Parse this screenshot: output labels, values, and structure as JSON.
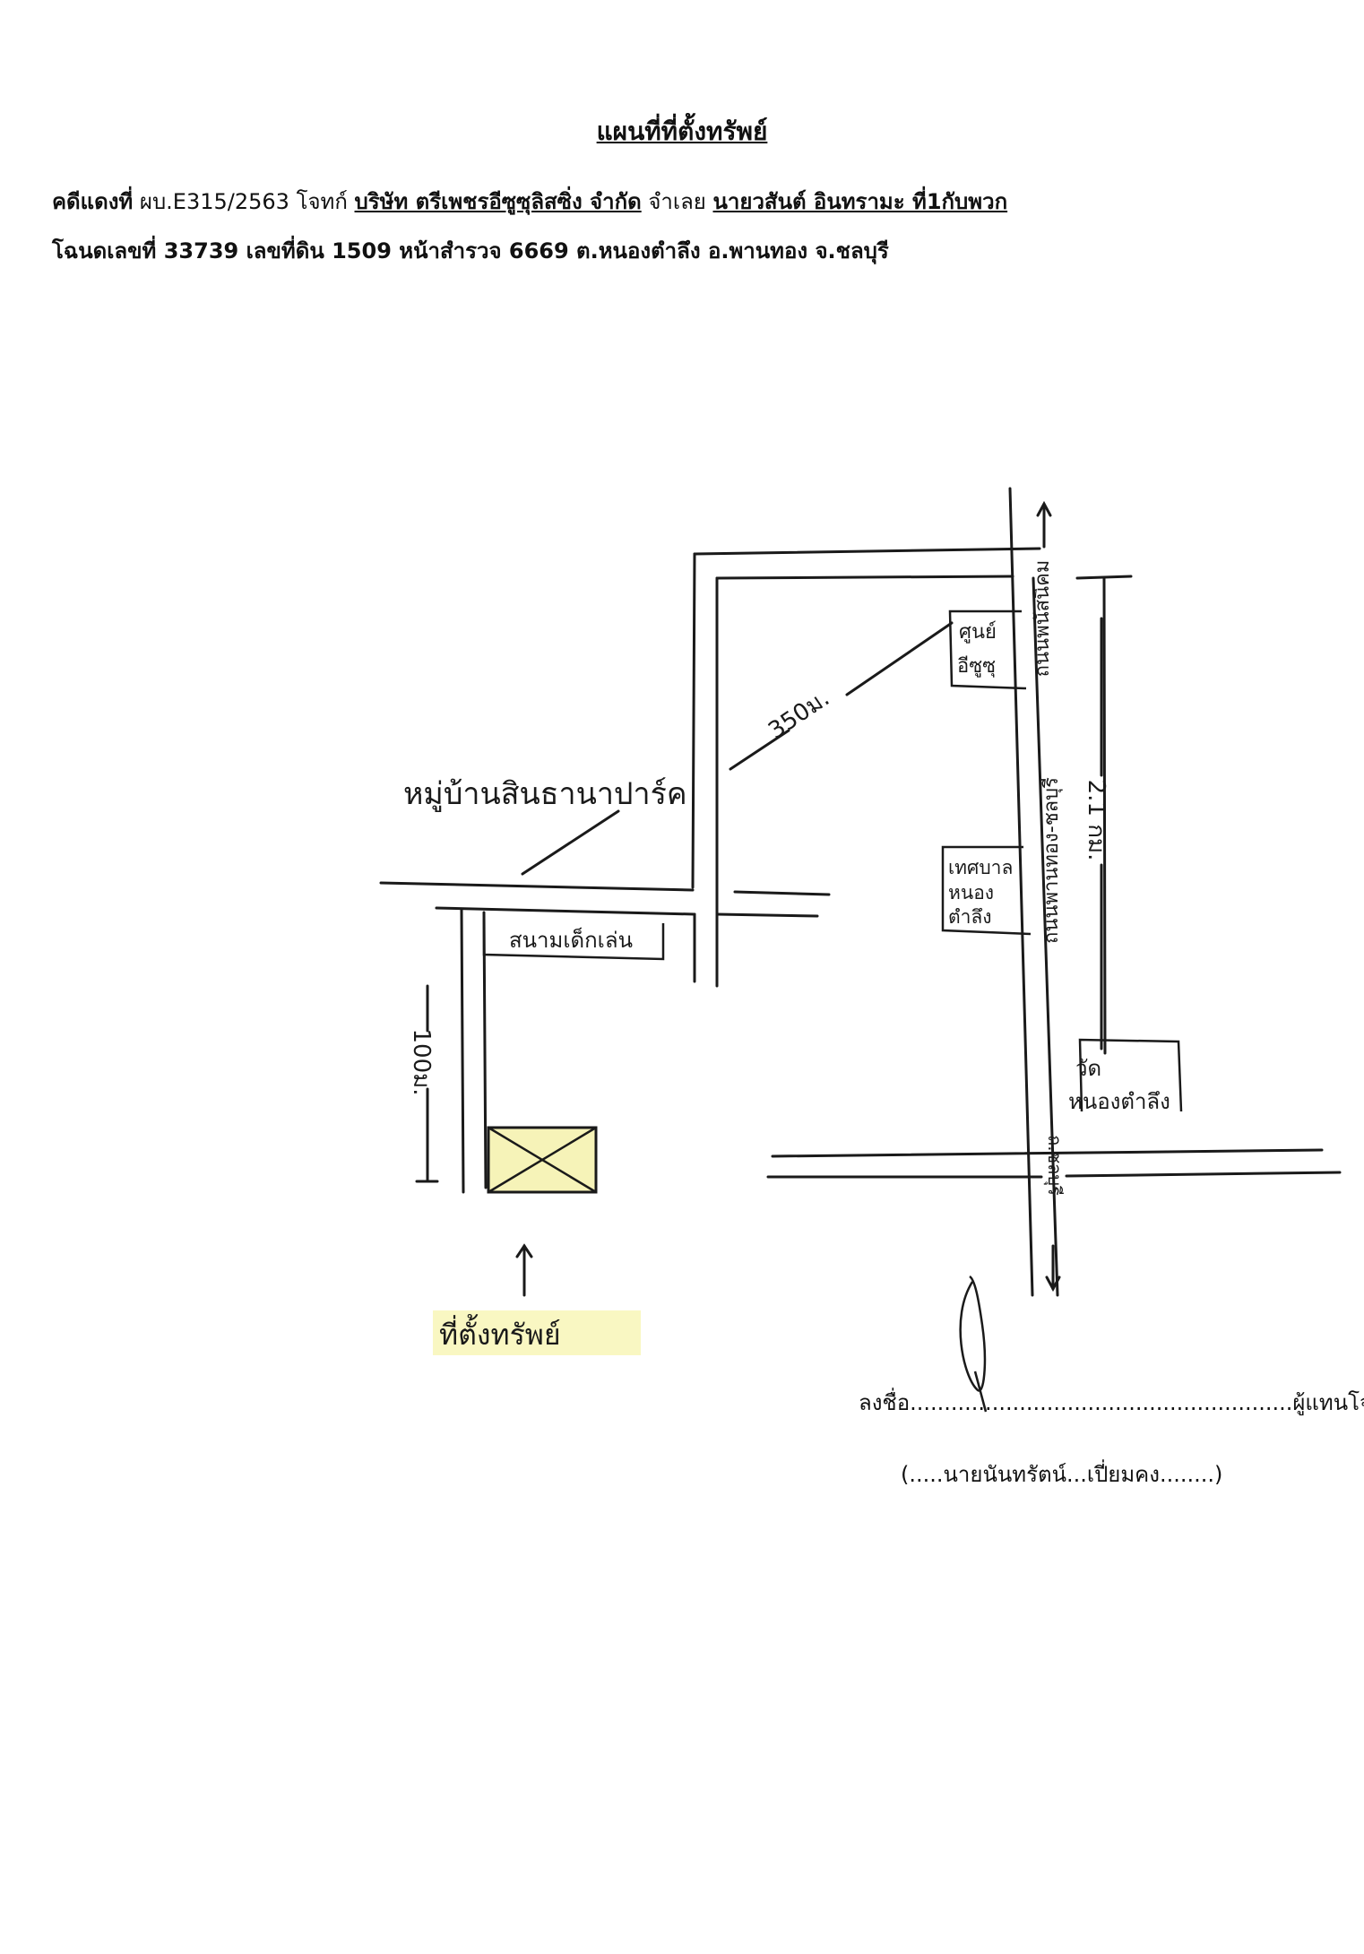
{
  "document": {
    "title": "แผนที่ที่ตั้งทรัพย์",
    "case": {
      "label": "คดีแดงที่",
      "number": "ผบ.E315/2563",
      "plaintiff_label": "โจทก์",
      "plaintiff": "บริษัท ตรีเพชรอีซูซุลิสซิ่ง จำกัด",
      "defendant_label": "จำเลย",
      "defendant": "นายวสันต์ อินทรามะ ที่1กับพวก"
    },
    "deed": {
      "deed_label": "โฉนดเลขที่",
      "deed_no": "33739",
      "land_label": "เลขที่ดิน",
      "land_no": "1509",
      "survey_label": "หน้าสำรวจ",
      "survey_no": "6669",
      "location": "ต.หนองตำลึง อ.พานทอง จ.ชลบุรี"
    }
  },
  "map": {
    "village": "หมู่บ้านสินธานาปาร์ค",
    "diag_distance": "350ม.",
    "side_distance": "100ม.",
    "right_distance": "2.1 กม.",
    "road_upper": "ถนนพนัสนิคม",
    "road_middle": "ถนนพานทอง-ชลบุรี",
    "road_lower": "ถ.ชลบุรี",
    "isuzu_line1": "ศูนย์",
    "isuzu_line2": "อีซูซุ",
    "municipality_line1": "เทศบาล",
    "municipality_line2": "หนอง",
    "municipality_line3": "ตำลึง",
    "temple_line1": "วัด",
    "temple_line2": "หนองตำลึง",
    "playground": "สนามเด็กเล่น",
    "property_label": "ที่ตั้งทรัพย์",
    "colors": {
      "ink": "#1a1a1a",
      "property_fill": "#f6f3b8",
      "highlight": "#f9f7c2"
    }
  },
  "signature": {
    "sign_label": "ลงชื่อ",
    "role": "ผู้แทนโจทก์",
    "name": "นายนันทรัตน์...เปี่ยมคง"
  }
}
